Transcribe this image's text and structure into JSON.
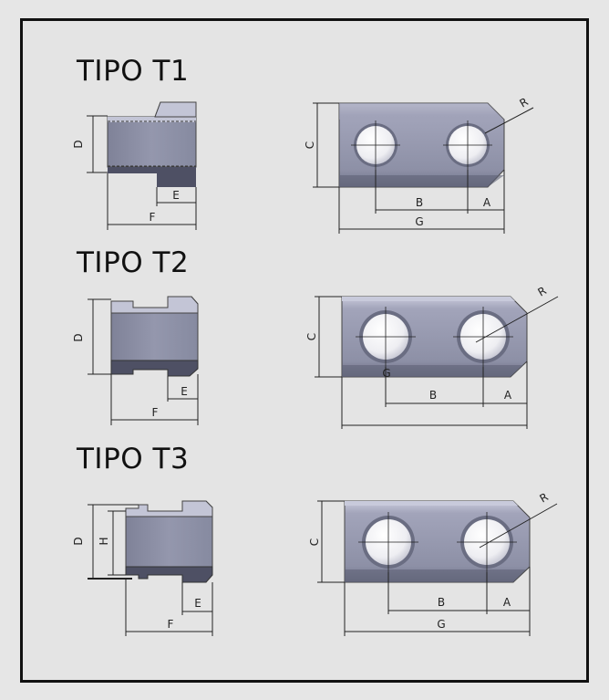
{
  "titles": {
    "t1": "TIPO T1",
    "t2": "TIPO T2",
    "t3": "TIPO T3"
  },
  "dims": {
    "A": "A",
    "B": "B",
    "C": "C",
    "D": "D",
    "E": "E",
    "F": "F",
    "G": "G",
    "H": "H",
    "R": "R"
  },
  "colors": {
    "steel_light": "#b6b8cc",
    "steel_mid": "#8f92a8",
    "steel_dark": "#54566a",
    "frame": "#111111"
  }
}
